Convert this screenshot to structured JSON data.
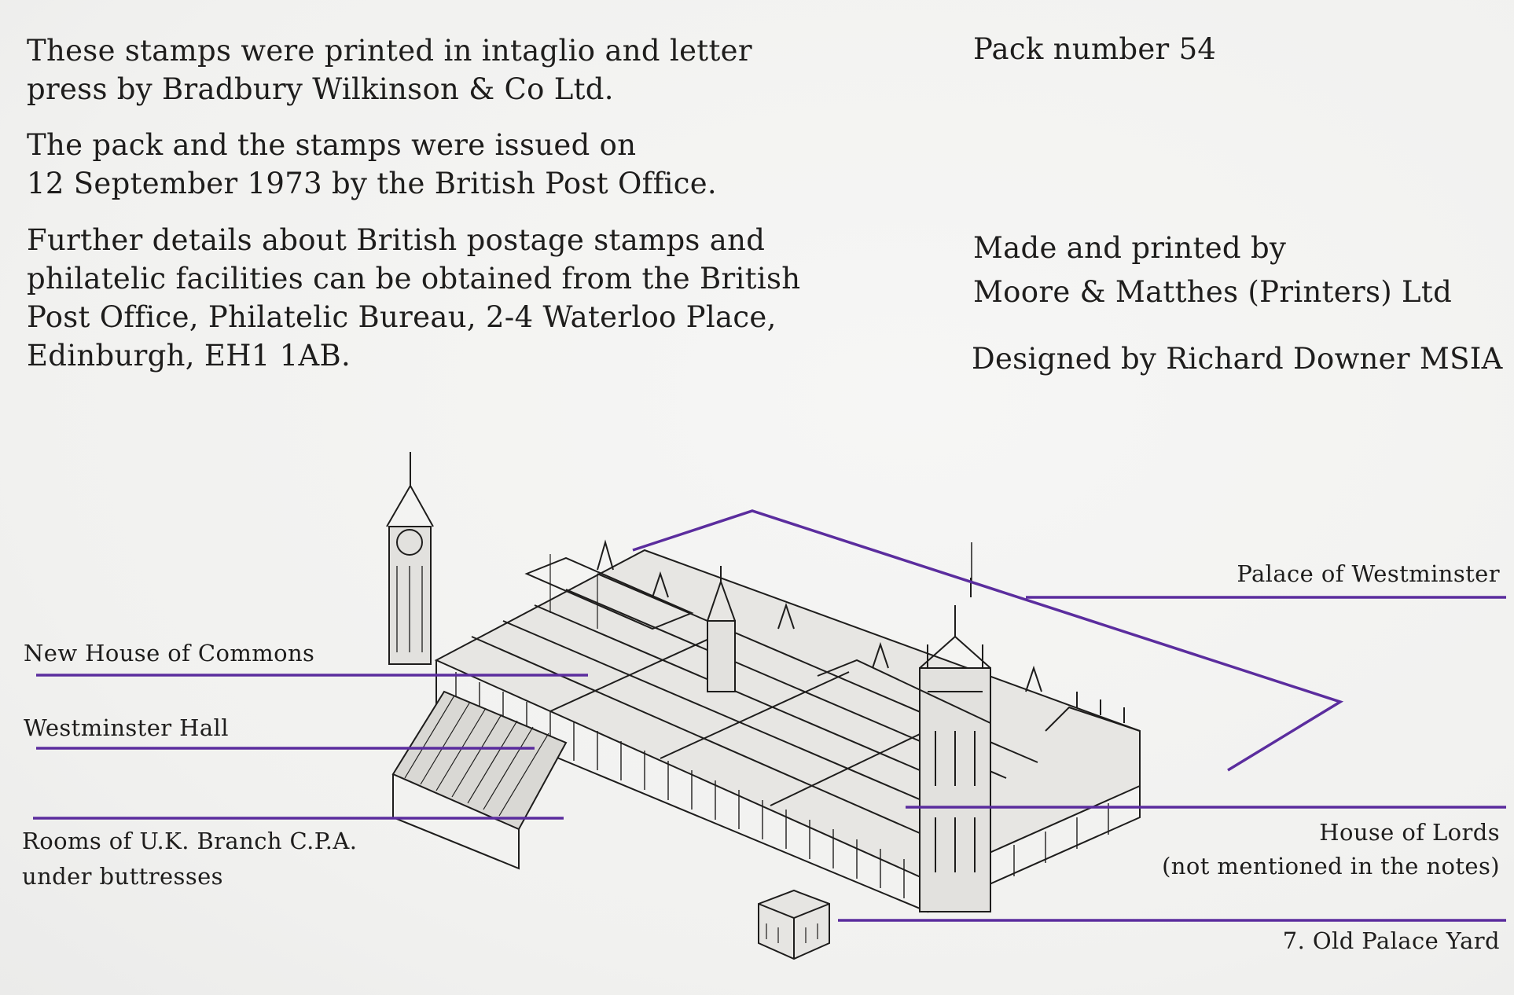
{
  "intro": {
    "lines": [
      "These stamps were printed in intaglio and letter",
      "press by Bradbury Wilkinson & Co Ltd."
    ]
  },
  "issue": {
    "lines": [
      "The pack and the stamps were issued on",
      "12 September 1973 by the British Post Office."
    ]
  },
  "further": {
    "lines": [
      "Further details about British postage stamps and",
      "philatelic facilities can be obtained from the British",
      "Post Office, Philatelic Bureau, 2-4 Waterloo Place,",
      "Edinburgh, EH1 1AB."
    ]
  },
  "pack_number": "Pack number 54",
  "printer": {
    "lines": [
      "Made and printed by",
      "Moore & Matthes (Printers) Ltd"
    ]
  },
  "designer": "Designed by Richard Downer MSIA",
  "labels": {
    "palace": "Palace of Westminster",
    "commons": "New House of Commons",
    "hall": "Westminster Hall",
    "cpa": [
      "Rooms of U.K. Branch C.P.A.",
      "under buttresses"
    ],
    "lords": [
      "House of Lords",
      "(not mentioned in the notes)"
    ],
    "yard": "7. Old Palace Yard"
  },
  "colors": {
    "ink": "#1e1d1c",
    "leader": "#5b2d9e",
    "paper": "#f3f3f2"
  },
  "illustration": "palace-of-westminster-drawing"
}
